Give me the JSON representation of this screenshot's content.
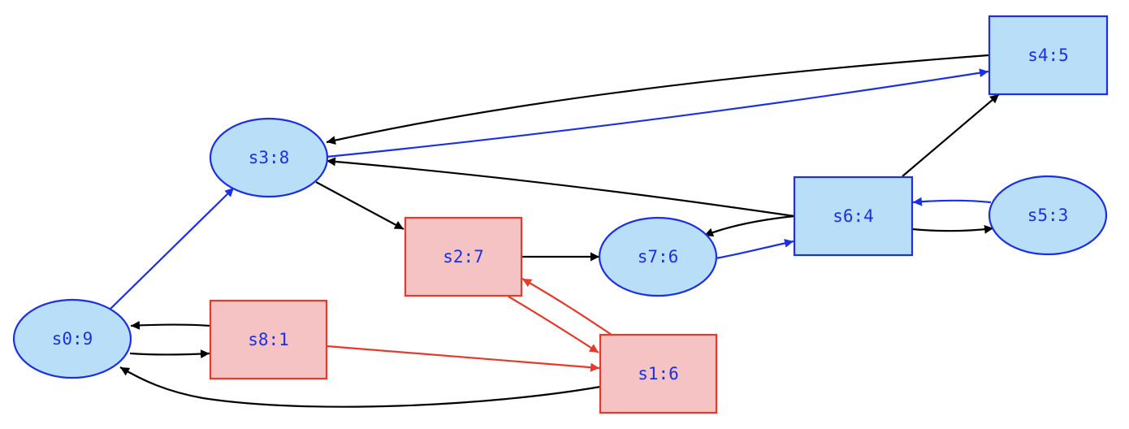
{
  "colors": {
    "blue_fill": "#b9dff8",
    "blue_stroke": "#1a2fe6",
    "red_fill": "#f5c3c3",
    "red_stroke": "#e8392a",
    "label": "#1a2fe6",
    "edge_black": "#000000",
    "edge_blue": "#1a2fe6",
    "edge_red": "#e8392a"
  },
  "nodes": [
    {
      "id": "s0",
      "label": "s0:9",
      "shape": "ellipse",
      "style": "blue"
    },
    {
      "id": "s1",
      "label": "s1:6",
      "shape": "box",
      "style": "red"
    },
    {
      "id": "s2",
      "label": "s2:7",
      "shape": "box",
      "style": "red"
    },
    {
      "id": "s3",
      "label": "s3:8",
      "shape": "ellipse",
      "style": "blue"
    },
    {
      "id": "s4",
      "label": "s4:5",
      "shape": "box",
      "style": "blue"
    },
    {
      "id": "s5",
      "label": "s5:3",
      "shape": "ellipse",
      "style": "blue"
    },
    {
      "id": "s6",
      "label": "s6:4",
      "shape": "box",
      "style": "blue"
    },
    {
      "id": "s7",
      "label": "s7:6",
      "shape": "ellipse",
      "style": "blue"
    },
    {
      "id": "s8",
      "label": "s8:1",
      "shape": "box",
      "style": "red"
    }
  ],
  "edges": [
    {
      "from": "s0",
      "to": "s3",
      "color": "blue"
    },
    {
      "from": "s0",
      "to": "s8",
      "color": "black"
    },
    {
      "from": "s8",
      "to": "s0",
      "color": "black"
    },
    {
      "from": "s8",
      "to": "s1",
      "color": "red"
    },
    {
      "from": "s1",
      "to": "s0",
      "color": "black"
    },
    {
      "from": "s1",
      "to": "s2",
      "color": "red"
    },
    {
      "from": "s2",
      "to": "s1",
      "color": "red"
    },
    {
      "from": "s2",
      "to": "s7",
      "color": "black"
    },
    {
      "from": "s3",
      "to": "s2",
      "color": "black"
    },
    {
      "from": "s3",
      "to": "s4",
      "color": "blue"
    },
    {
      "from": "s4",
      "to": "s3",
      "color": "black"
    },
    {
      "from": "s6",
      "to": "s3",
      "color": "black"
    },
    {
      "from": "s6",
      "to": "s4",
      "color": "black"
    },
    {
      "from": "s6",
      "to": "s5",
      "color": "black"
    },
    {
      "from": "s5",
      "to": "s6",
      "color": "blue"
    },
    {
      "from": "s6",
      "to": "s7",
      "color": "black"
    },
    {
      "from": "s7",
      "to": "s6",
      "color": "blue"
    }
  ]
}
